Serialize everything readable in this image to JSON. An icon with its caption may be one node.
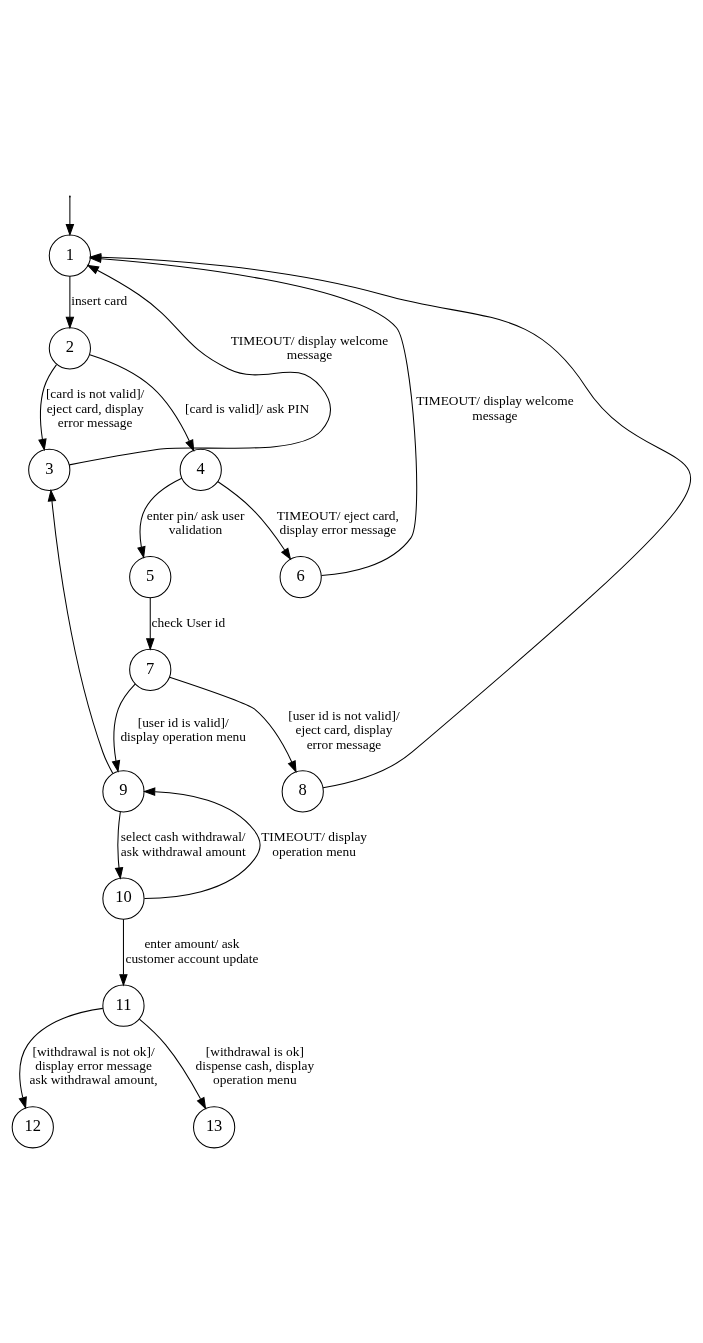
{
  "diagram": {
    "nodes": [
      {
        "text": [
          "1"
        ]
      },
      {
        "text": [
          "2"
        ]
      },
      {
        "text": [
          "3"
        ]
      },
      {
        "text": [
          "4"
        ]
      },
      {
        "text": [
          "5"
        ]
      },
      {
        "text": [
          "6"
        ]
      },
      {
        "text": [
          "7"
        ]
      },
      {
        "text": [
          "8"
        ]
      },
      {
        "text": [
          "9"
        ]
      },
      {
        "text": [
          "10"
        ]
      },
      {
        "text": [
          "11"
        ]
      },
      {
        "text": [
          "12"
        ]
      },
      {
        "text": [
          "13"
        ]
      }
    ],
    "edges": [
      {
        "from": null,
        "to": 0,
        "arrow": "to"
      },
      {
        "from": 2,
        "to": 0,
        "arrow": "to",
        "label": "TIMEOUT/ display welcome message"
      },
      {
        "from": 5,
        "to": 0,
        "arrow": "to",
        "label": "TIMEOUT/ display welcome message"
      },
      {
        "from": 7,
        "to": 0,
        "arrow": "to"
      },
      {
        "from": 0,
        "to": 1,
        "arrow": "to",
        "label": "insert card"
      },
      {
        "from": 1,
        "to": 2,
        "arrow": "to",
        "label": "[card is not valid]/ eject card, display error message"
      },
      {
        "from": 1,
        "to": 3,
        "arrow": "to",
        "label": "[card is valid]/ ask PIN"
      },
      {
        "from": 3,
        "to": 4,
        "arrow": "to",
        "label": "enter pin/ ask user validation"
      },
      {
        "from": 3,
        "to": 5,
        "arrow": "to",
        "label": "TIMEOUT/ eject card, display error message"
      },
      {
        "from": 4,
        "to": 6,
        "arrow": "to",
        "label": "check User id"
      },
      {
        "from": 6,
        "to": 7,
        "arrow": "to",
        "label": "[user id is not valid]/ eject card, display error message"
      },
      {
        "from": 6,
        "to": 8,
        "arrow": "to",
        "label": "[user id is valid]/ display operation menu"
      },
      {
        "from": 8,
        "to": 2,
        "arrow": "to"
      },
      {
        "from": 8,
        "to": 9,
        "arrow": "to",
        "label": "select cash withdrawal/ ask withdrawal amount"
      },
      {
        "from": 9,
        "to": 8,
        "arrow": "to",
        "label": "TIMEOUT/ display operation menu"
      },
      {
        "from": 9,
        "to": 10,
        "arrow": "to",
        "label": "enter amount/ ask customer account update"
      },
      {
        "from": 10,
        "to": 11,
        "arrow": "to",
        "label": "[withdrawal is not ok]/ display error message ask withdrawal amount,"
      },
      {
        "from": 10,
        "to": 12,
        "arrow": "to",
        "label": "[withdrawal is ok] dispense cash, display operation menu"
      }
    ]
  }
}
